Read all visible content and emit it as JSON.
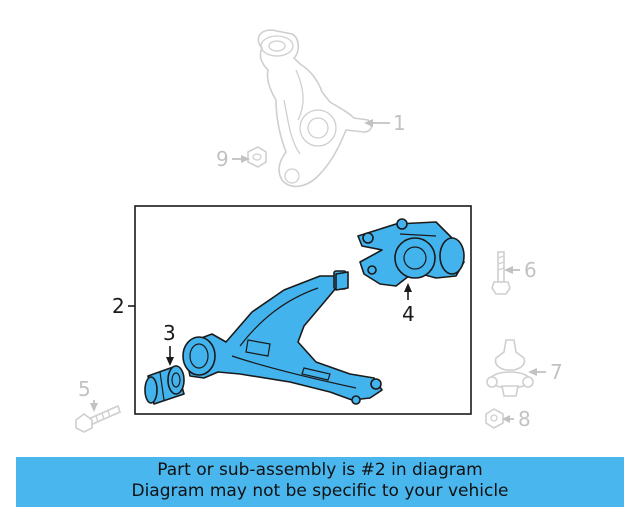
{
  "callouts": {
    "c1": "1",
    "c2": "2",
    "c3": "3",
    "c4": "4",
    "c5": "5",
    "c6": "6",
    "c7": "7",
    "c8": "8",
    "c9": "9"
  },
  "banner": {
    "line1": "Part or sub-assembly is #2 in diagram",
    "line2": "Diagram may not be specific to your vehicle"
  },
  "colors": {
    "highlight": "#43b3ee",
    "banner_bg": "#4ab6ee",
    "inactive_callout": "#c2c2c2"
  }
}
